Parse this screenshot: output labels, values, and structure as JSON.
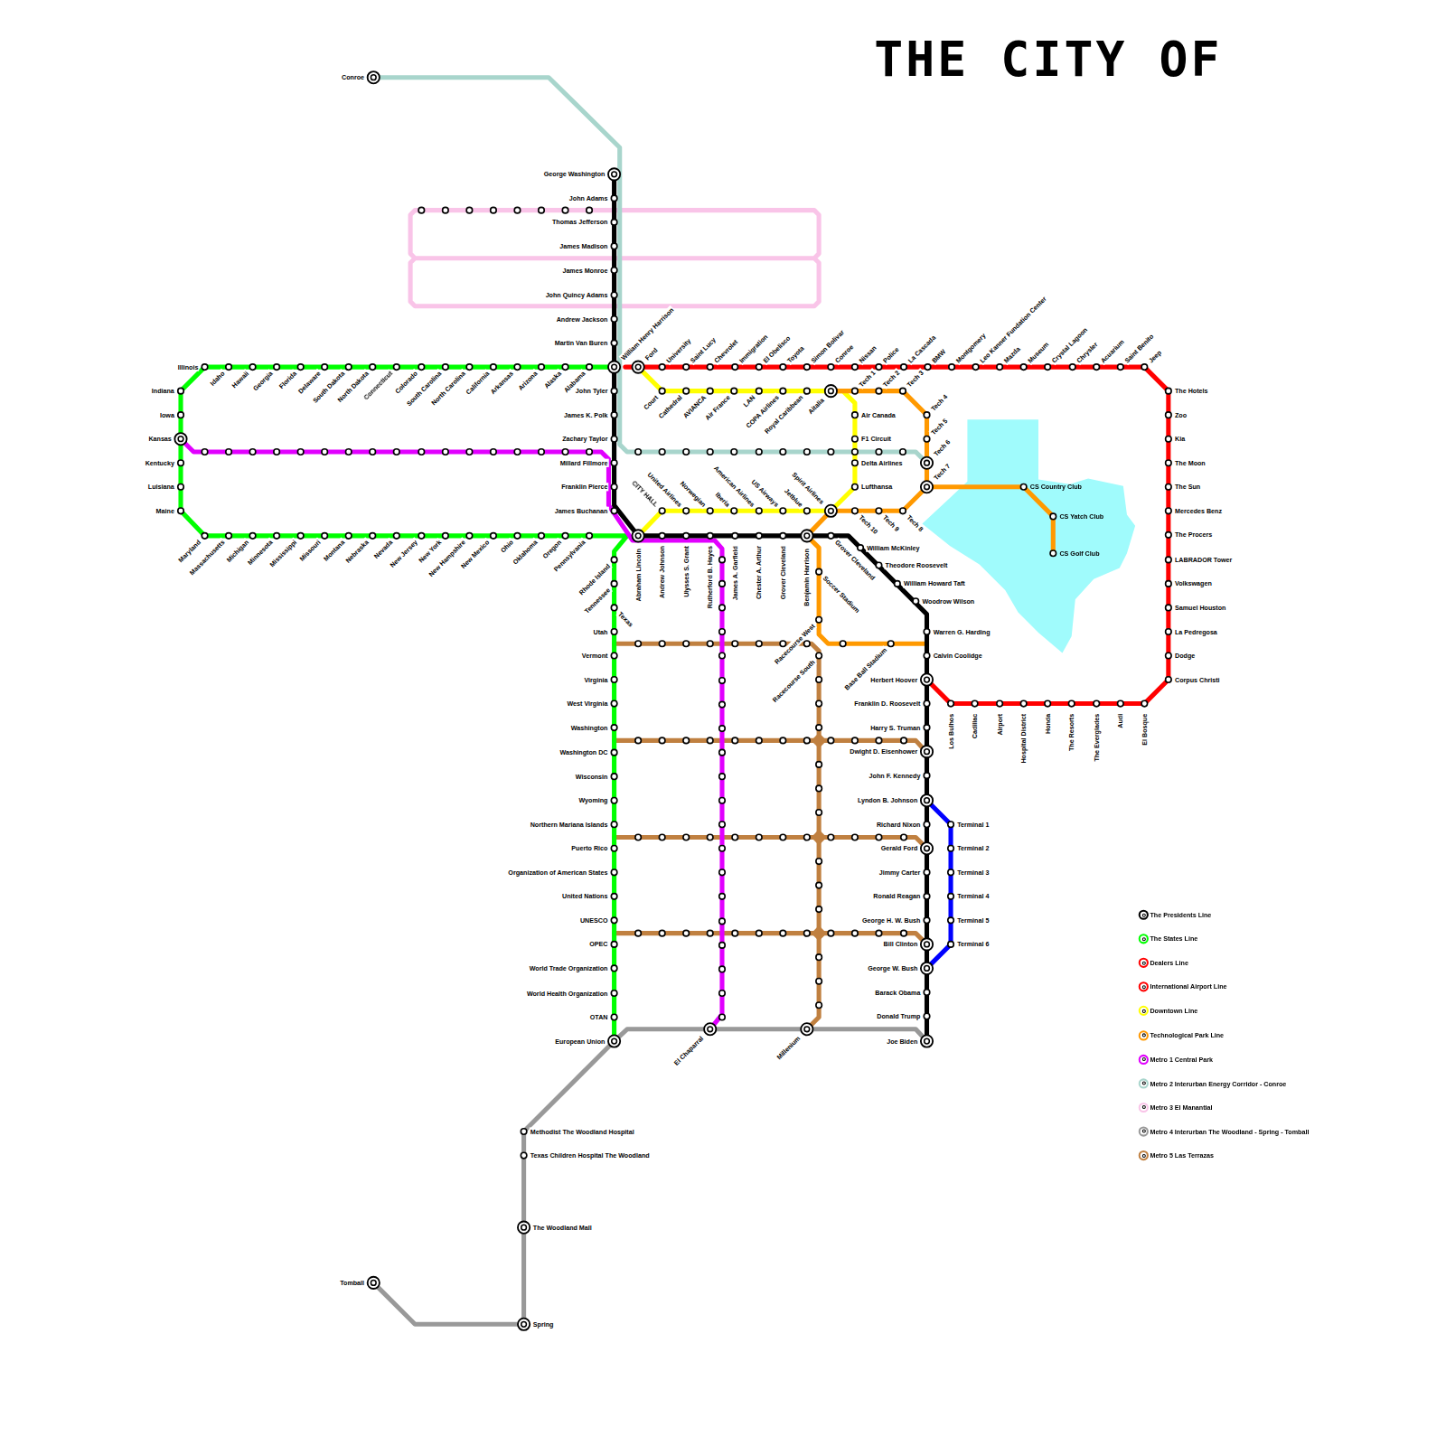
{
  "diagram": {
    "title": "THE CITY OF",
    "labels": [
      "Conroe",
      "George Washington",
      "John Adams",
      "Thomas Jefferson",
      "James Madison",
      "James Monroe",
      "John Quincy Adams",
      "Andrew Jackson",
      "Martin Van Buren",
      "William Henry Harrison",
      "John Tyler",
      "James K. Polk",
      "Zachary Taylor",
      "Millard Fillmore",
      "Franklin Pierce",
      "James Buchanan",
      "Abraham Lincoln",
      "Andrew Johnson",
      "Ulysses S. Grant",
      "Rutherford B. Hayes",
      "James A. Garfield",
      "Chester A. Arthur",
      "Grover Cleveland",
      "Benjamin Harrison",
      "Grover Cleveland",
      "William McKinley",
      "Theodore Roosevelt",
      "William Howard Taft",
      "Woodrow Wilson",
      "Warren G. Harding",
      "Calvin Coolidge",
      "Herbert Hoover",
      "Franklin D. Roosevelt",
      "Harry S. Truman",
      "Dwight D. Eisenhower",
      "John F. Kennedy",
      "Lyndon B. Johnson",
      "Richard Nixon",
      "Gerald Ford",
      "Jimmy Carter",
      "Ronald Reagan",
      "George H. W. Bush",
      "Bill Clinton",
      "George W. Bush",
      "Barack Obama",
      "Donald Trump",
      "Joe Biden",
      "Illinois",
      "Idaho",
      "Hawaii",
      "Georgia",
      "Florida",
      "Delaware",
      "South Dakota",
      "North Dakota",
      "Connecticut",
      "Colorado",
      "South Carolina",
      "North Carolina",
      "California",
      "Arkansas",
      "Arizona",
      "Alaska",
      "Alabama",
      "Indiana",
      "Iowa",
      "Kansas",
      "Kentucky",
      "Luisiana",
      "Maine",
      "Maryland",
      "Massachusetts",
      "Michigan",
      "Minnesota",
      "Mississippi",
      "Missouri",
      "Montana",
      "Nebraska",
      "Nevada",
      "New Jersey",
      "New York",
      "New Hampshire",
      "New Mexico",
      "Ohio",
      "Oklahoma",
      "Oregon",
      "Pennsylvania",
      "Rhode Island",
      "Tennessee",
      "Texas",
      "Utah",
      "Vermont",
      "Virginia",
      "West Virginia",
      "Washington",
      "Washington DC",
      "Wisconsin",
      "Wyoming",
      "Northern Mariana Islands",
      "Puerto Rico",
      "Organization of American States",
      "United Nations",
      "UNESCO",
      "OPEC",
      "World Trade Organization",
      "World Health Organization",
      "OTAN",
      "European Union",
      "Ford",
      "University",
      "Saint Lucy",
      "Chevrolet",
      "Immigration",
      "El Obelisco",
      "Toyota",
      "Simon Bolivar",
      "Conroe",
      "Nissan",
      "Police",
      "La Cascada",
      "BMW",
      "Montgomery",
      "Leo Kanner Fundation Center",
      "Mazda",
      "Museum",
      "Crystal Lagoon",
      "Chrysler",
      "Acuarium",
      "Saint Benito",
      "Jeep",
      "The Hotels",
      "Zoo",
      "Kia",
      "The Moon",
      "The Sun",
      "Mercedes Benz",
      "The Procers",
      "LABRADOR Tower",
      "Volkswagen",
      "Samuel Houston",
      "La Pedregosa",
      "Dodge",
      "Corpus Christi",
      "Los Bulhos",
      "Cadillac",
      "Airport",
      "Hospital District",
      "Honda",
      "The Resorts",
      "The Everglades",
      "Audi",
      "El Bosque",
      "Court",
      "Cathedral",
      "AVIANCA",
      "Air France",
      "LAN",
      "COPA Airlines",
      "Royal Caribbean",
      "Aitalia",
      "Air Canada",
      "F1 Circuit",
      "Delta Airlines",
      "Lufthansa",
      "CITY HALL",
      "United Airlines",
      "Norwegian",
      "Iberia",
      "American Airlines",
      "US Airways",
      "Jetblue",
      "Spirit Airlines",
      "Tech 1",
      "Tech 2",
      "Tech 3",
      "Tech 4",
      "Tech 5",
      "Tech 6",
      "Tech 7",
      "Tech 8",
      "Tech 9",
      "Tech 10",
      "Soccer Stadium",
      "Racecourse West",
      "Racecourse South",
      "Base Ball Stadium",
      "CS Country Club",
      "CS Yatch Club",
      "CS Golf Club",
      "El Chaparral",
      "Millenium",
      "Methodist The Woodland Hospital",
      "Texas Children Hospital The Woodland",
      "The Woodland Mall",
      "Spring",
      "Tomball",
      "Terminal 1",
      "Terminal 2",
      "Terminal 3",
      "Terminal 4",
      "Terminal 5",
      "Terminal 6"
    ],
    "legend": [
      {
        "text": "The Presidents Line"
      },
      {
        "text": "The States Line"
      },
      {
        "text": "Dealers Line"
      },
      {
        "text": "International Airport Line"
      },
      {
        "text": "Downtown Line"
      },
      {
        "text": "Technological Park Line"
      },
      {
        "text": "Metro 1 Central Park"
      },
      {
        "text": "Metro 2 Interurban Energy Corridor - Conroe"
      },
      {
        "text": "Metro 3 El Manantial"
      },
      {
        "text": "Metro 4 Interurban The Woodland - Spring - Tomball"
      },
      {
        "text": "Metro 5 Las Terrazas"
      }
    ]
  }
}
